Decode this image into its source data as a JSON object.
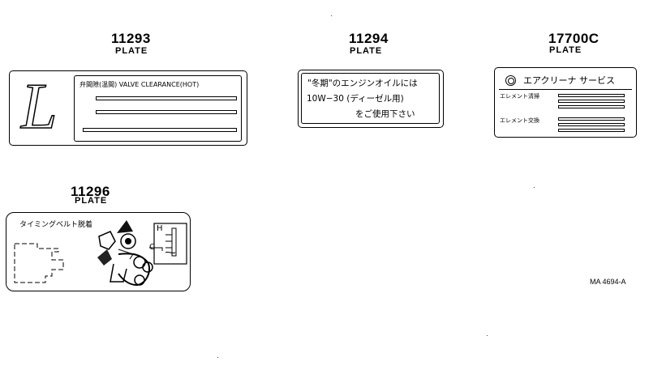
{
  "plates": [
    {
      "part_no": "11293",
      "label": "PLATE",
      "letter": "L",
      "text": "弁間隙(温間) VALVE CLEARANCE(HOT)"
    },
    {
      "part_no": "11294",
      "label": "PLATE",
      "lines": [
        "\"冬期\"のエンジンオイルには",
        "10W−30 (ディーゼル用)",
        "をご使用下さい"
      ]
    },
    {
      "part_no": "17700C",
      "label": "PLATE",
      "title": "エアクリーナ サービス",
      "row1": "エレメント清掃",
      "row2": "エレメント交換"
    },
    {
      "part_no": "11296",
      "label": "PLATE",
      "title": "タイミングベルト脱着",
      "h": "H",
      "c": "C"
    }
  ],
  "reference": "MA 4694-A"
}
